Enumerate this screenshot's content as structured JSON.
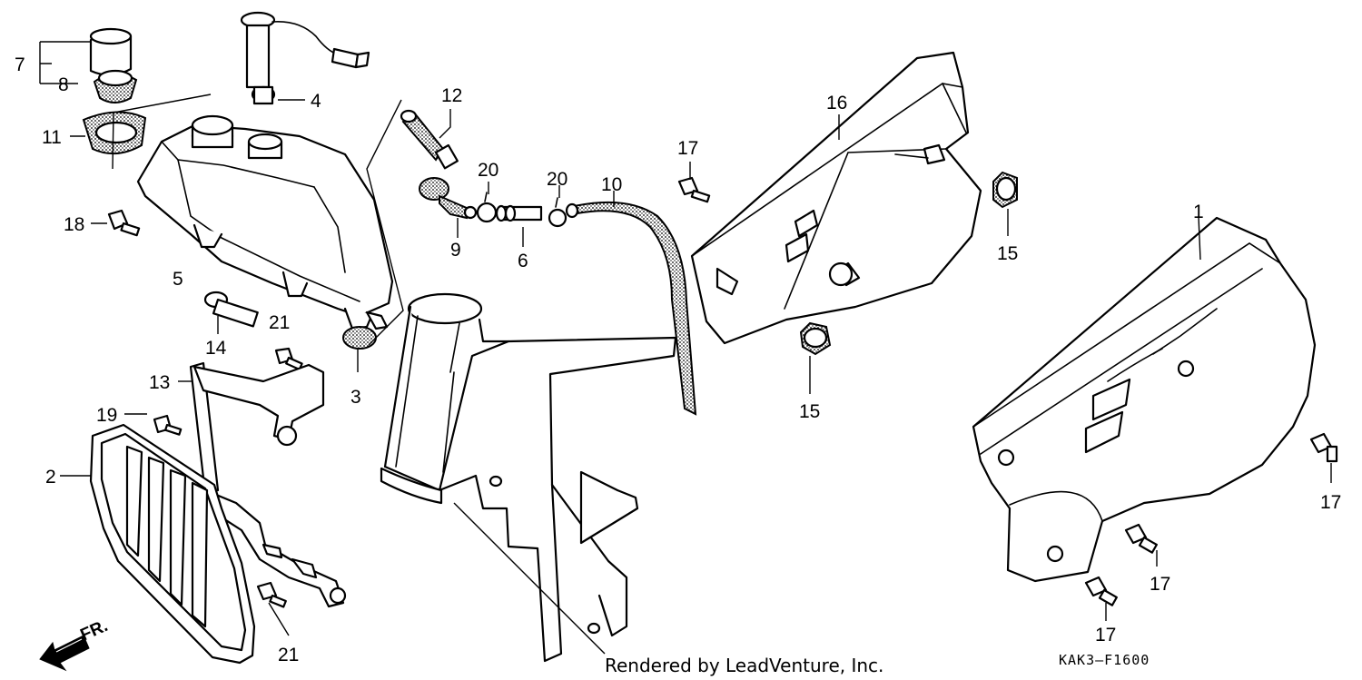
{
  "callouts": {
    "c1": "1",
    "c2": "2",
    "c3": "3",
    "c4": "4",
    "c5": "5",
    "c6": "6",
    "c7": "7",
    "c8": "8",
    "c9": "9",
    "c10": "10",
    "c11": "11",
    "c12": "12",
    "c13": "13",
    "c14": "14",
    "c15a": "15",
    "c15b": "15",
    "c16": "16",
    "c17a": "17",
    "c17b": "17",
    "c17c": "17",
    "c17d": "17",
    "c18": "18",
    "c19": "19",
    "c20a": "20",
    "c20b": "20",
    "c21a": "21",
    "c21b": "21"
  },
  "direction_label": "FR.",
  "credit": "Rendered by LeadVenture, Inc.",
  "diagram_code": "KAK3–F1600"
}
